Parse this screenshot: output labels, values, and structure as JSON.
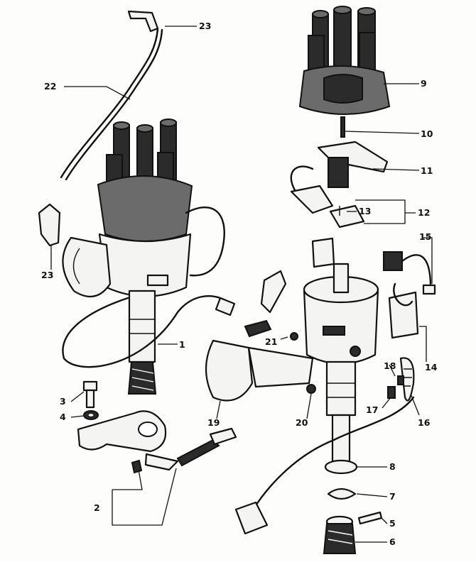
{
  "callouts": {
    "c1": "1",
    "c2": "2",
    "c3": "3",
    "c4": "4",
    "c5": "5",
    "c6": "6",
    "c7": "7",
    "c8": "8",
    "c9": "9",
    "c10": "10",
    "c11": "11",
    "c12": "12",
    "c13": "13",
    "c14": "14",
    "c15": "15",
    "c16": "16",
    "c17": "17",
    "c18": "18",
    "c19": "19",
    "c20": "20",
    "c21": "21",
    "c22": "22",
    "c23a": "23",
    "c23b": "23"
  }
}
